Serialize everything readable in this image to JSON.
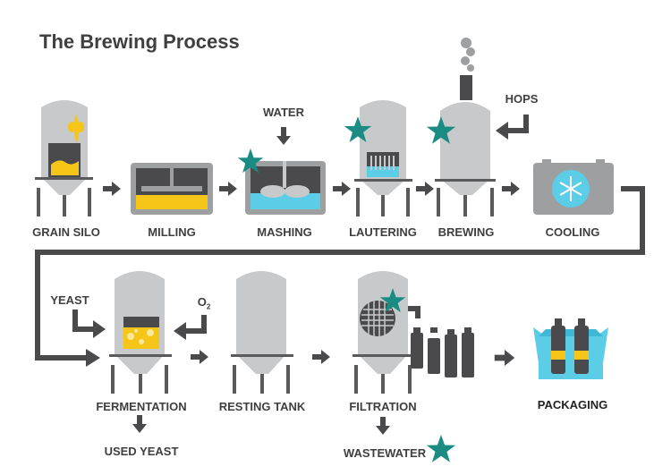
{
  "title": "The Brewing Process",
  "steps_row1": [
    "GRAIN SILO",
    "MILLING",
    "MASHING",
    "LAUTERING",
    "BREWING",
    "COOLING"
  ],
  "steps_row2": [
    "FERMENTATION",
    "RESTING TANK",
    "FILTRATION",
    "PACKAGING"
  ],
  "inputs": {
    "water": "WATER",
    "hops": "HOPS",
    "yeast": "YEAST",
    "oxygen": "O",
    "oxygen_sub": "2"
  },
  "outputs": {
    "used_yeast": "USED YEAST",
    "wastewater": "WASTEWATER"
  },
  "colors": {
    "tank_gray": "#c8c9cb",
    "dark_gray": "#5a5a5c",
    "yellow": "#f5c518",
    "teal": "#1a8c84",
    "light_blue": "#5ccde6",
    "cooler_gray": "#9d9fa1"
  }
}
